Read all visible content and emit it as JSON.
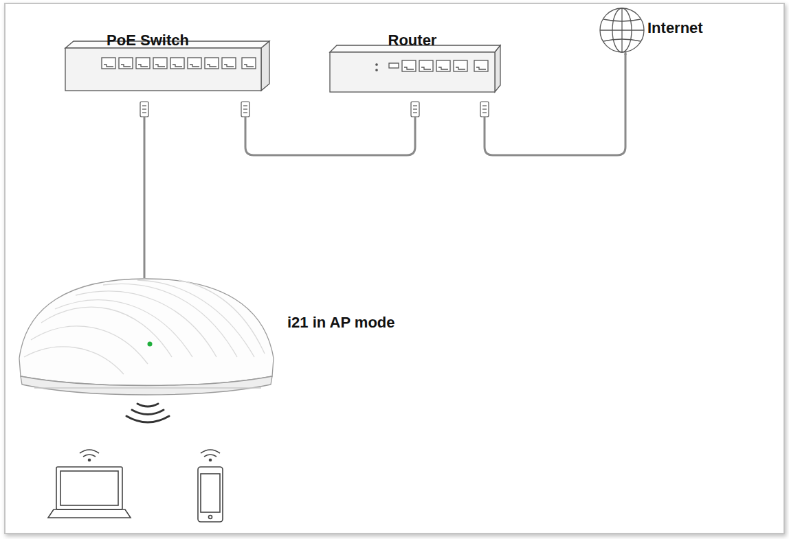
{
  "diagram": {
    "nodes": [
      {
        "text": [
          "PoE Switch"
        ]
      },
      {
        "text": [
          "Router"
        ]
      },
      {
        "text": [
          "Internet"
        ]
      },
      {
        "text": [
          "i21 in AP mode"
        ]
      }
    ],
    "edges": [
      {
        "from": 0,
        "to": 1,
        "arrow": "none"
      },
      {
        "from": 1,
        "to": 2,
        "arrow": "none"
      },
      {
        "from": 0,
        "to": 3,
        "arrow": "none"
      }
    ]
  }
}
